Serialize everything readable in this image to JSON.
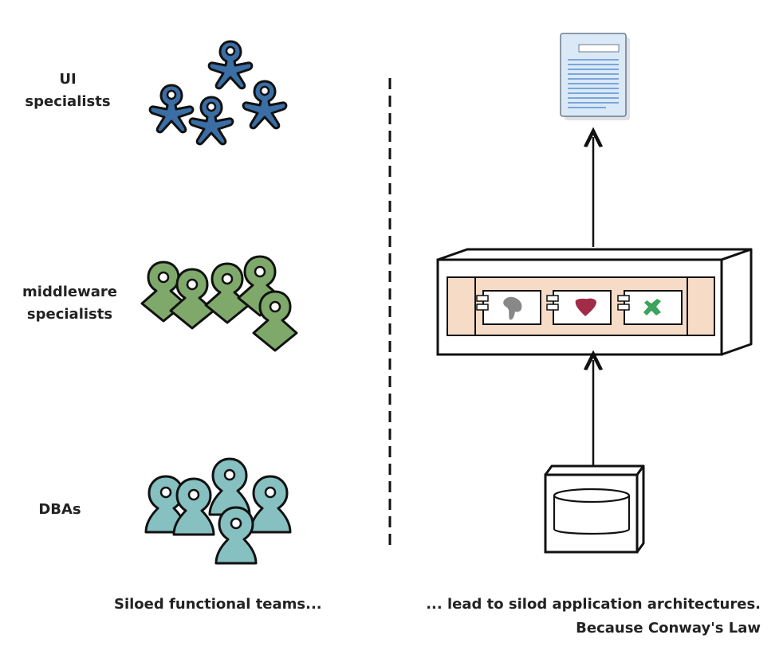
{
  "teams": [
    {
      "label": "UI\nspecialists",
      "color": "#3a6ea5"
    },
    {
      "label": "middleware\nspecialists",
      "color": "#7fa96a"
    },
    {
      "label": "DBAs",
      "color": "#86c0c0"
    }
  ],
  "captions": {
    "left": "Siloed functional teams...",
    "right_line1": "... lead to silod application architectures.",
    "right_line2": "Because Conway's Law"
  },
  "colors": {
    "outline": "#111111",
    "component_band": "#f6dcc6",
    "document_fill": "#dbe9f7",
    "document_lines": "#5b8fd0",
    "grey_shape": "#888888",
    "red_shape": "#a02c4a",
    "green_shape": "#3ea35c"
  }
}
